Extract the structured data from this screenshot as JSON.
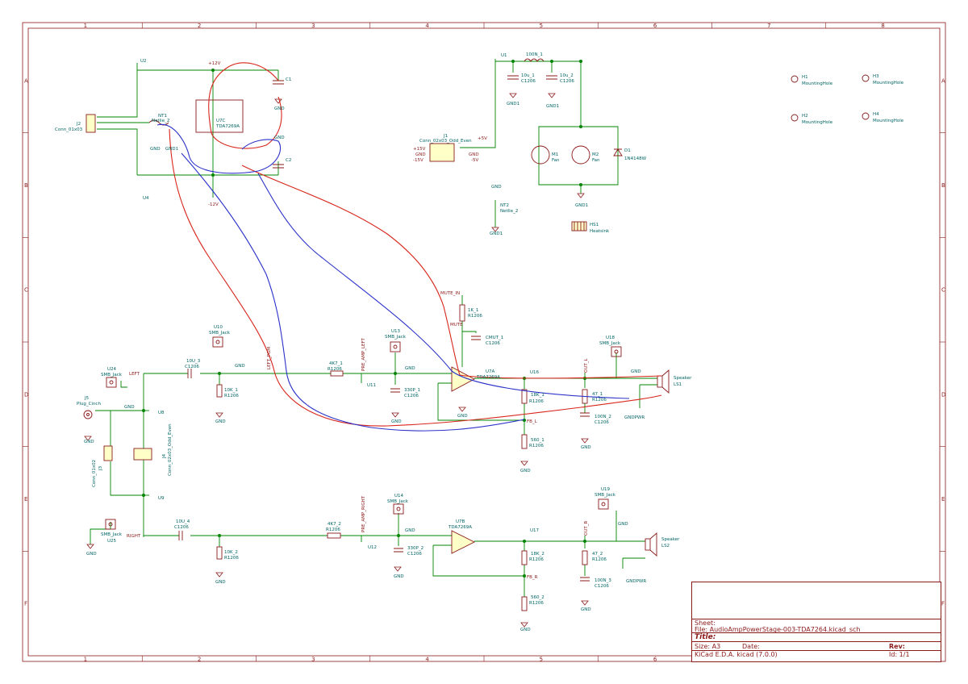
{
  "border": {
    "columns": [
      "1",
      "2",
      "3",
      "4",
      "5",
      "6",
      "7",
      "8"
    ],
    "rows": [
      "A",
      "B",
      "C",
      "D",
      "E",
      "F"
    ]
  },
  "colors": {
    "frame": "#8b1a1a",
    "wire": "#008400",
    "symbol": "#8b1a1a",
    "text": "#006464",
    "power": "#8b1a1a",
    "overlay_red": "#d8261c",
    "overlay_blue": "#2b32c9"
  },
  "labels": {
    "u2": "U2",
    "u4": "U4",
    "u1": "U1",
    "plus12": "+12V",
    "minus12": "-12V",
    "c1": "C1",
    "c2": "C2",
    "gnd_c1": "GND",
    "gnd_c2": "GND",
    "j2": "J2",
    "j2_val": "Conn_01x03",
    "nt1": "NT1",
    "nt1_val": "Netlie_2",
    "gnd_nt1": "GND",
    "gnd1_nt1": "GND1",
    "u7c": "U7C",
    "u7c_val": "TDA7269A",
    "l100n": "100N_1",
    "c10u1": "10u_1",
    "c10u1v": "C1206",
    "c10u2": "10u_2",
    "c10u2v": "C1206",
    "gnd1_a": "GND1",
    "gnd1_b": "GND1",
    "j1": "J1",
    "j1_val": "Conn_02x03_Odd_Even",
    "p15": "+15V",
    "gndj1": "GND",
    "m15": "-15V",
    "gndj1r": "GND",
    "m5": "-5V",
    "p5": "+5V",
    "m1": "M1",
    "m1v": "Fan",
    "m2": "M2",
    "m2v": "Fan",
    "d1": "D1",
    "d1v": "1N4148W",
    "gnd1_fan": "GND1",
    "nt2_gnd": "GND",
    "nt2": "NT2",
    "nt2v": "Netlie_2",
    "nt2_gnd1": "GND1",
    "hs1": "HS1",
    "hs1v": "Heatsink",
    "h1": "H1",
    "h1v": "MountingHole",
    "h2": "H2",
    "h2v": "MountingHole",
    "h3": "H3",
    "h3v": "MountingHole",
    "h4": "H4",
    "h4v": "MountingHole",
    "mute_in": "MUTE_IN",
    "mute": "MUTE",
    "r1k": "1K_1",
    "r1kv": "R1206",
    "cmut": "CMUT_1",
    "cmutv": "C1206",
    "u10": "U10",
    "u10v": "SMB_Jack",
    "gnd_u10": "GND",
    "u13": "U13",
    "u13v": "SMB_Jack",
    "gnd_u13": "GND",
    "c10u3": "10U_3",
    "c10u3v": "C1206",
    "left_pgm": "LEFT_PGM",
    "r4k7_1": "4K7_1",
    "r4k7_1v": "R1206",
    "pre_left": "PRE_AMP_LEFT",
    "u11": "U11",
    "r10k1": "10K_1",
    "r10k1v": "R1206",
    "gnd_10k1": "GND",
    "c330_1": "330P_1",
    "c330_1v": "C1206",
    "gnd_330_1": "GND",
    "u7a": "U7A",
    "u7av": "TDA7269A",
    "gnd_u7a": "GND",
    "u16": "U16",
    "out_l": "OUT_L",
    "r18k1": "18K_1",
    "r18k1v": "R1206",
    "r47_1": "47_1",
    "r47_1v": "R1206",
    "c100n2": "100N_2",
    "c100n2v": "C1206",
    "gnd_100n2": "GND",
    "fb_l": "FB_L",
    "r560_1": "560_1",
    "r560_1v": "R1206",
    "gnd_560_1": "GND",
    "u18": "U18",
    "u18v": "SMB_Jack",
    "gnd_u18": "GND",
    "gndpwr1": "GNDPWR",
    "ls1": "LS1",
    "ls1v": "Speaker",
    "u24": "U24",
    "u24v": "SMB_Jack",
    "gnd_u24": "GND",
    "left": "LEFT",
    "right": "RIGHT",
    "j5": "J5",
    "j5v": "Plug_Cinch",
    "gnd_j5": "GND",
    "j3": "J3",
    "j3v": "Conn_01x02",
    "j4": "J4",
    "j4v": "Conn_02x03_Odd_Even",
    "u8": "U8",
    "u9": "U9",
    "u25": "U25",
    "u25v": "SMB_Jack",
    "gnd_u25": "GND",
    "c10u4": "10U_4",
    "c10u4v": "C1206",
    "r10k2": "10K_2",
    "r10k2v": "R1206",
    "gnd_10k2": "GND",
    "r4k7_2": "4K7_2",
    "r4k7_2v": "R1206",
    "pre_right": "PRE_AMP_RIGHT",
    "u12": "U12",
    "u14": "U14",
    "u14v": "SMB_Jack",
    "gnd_u14": "GND",
    "c330_2": "330P_2",
    "c330_2v": "C1206",
    "gnd_330_2": "GND",
    "u7b": "U7B",
    "u7bv": "TDA7269A",
    "u17": "U17",
    "out_r": "OUT_R",
    "r18k2": "18K_2",
    "r18k2v": "R1206",
    "r47_2": "47_2",
    "r47_2v": "R1206",
    "c100n3": "100N_3",
    "c100n3v": "C1206",
    "gnd_100n3": "GND",
    "fb_r": "FB_R",
    "r560_2": "560_2",
    "r560_2v": "R1206",
    "gnd_560_2": "GND",
    "u19": "U19",
    "u19v": "SMB_Jack",
    "gnd_u19": "GND",
    "gndpwr2": "GNDPWR",
    "ls2": "LS2",
    "ls2v": "Speaker"
  },
  "title_block": {
    "sheet": "Sheet:",
    "file": "File: AudioAmpPowerStage-003-TDA7264.kicad_sch",
    "title": "Title:",
    "size": "Size: A3",
    "date": "Date:",
    "rev": "Rev:",
    "tool": "KiCad E.D.A.  kicad (7.0.0)",
    "id": "Id: 1/1"
  }
}
